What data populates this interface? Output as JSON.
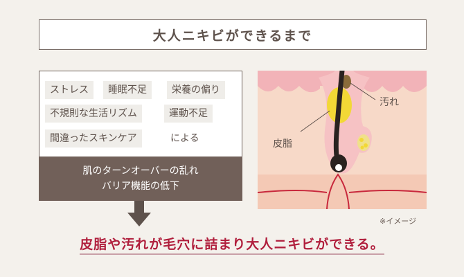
{
  "title": "大人ニキビができるまで",
  "causes": {
    "tags": [
      "ストレス",
      "睡眠不足",
      "栄養の偏り",
      "不規則な生活リズム",
      "運動不足",
      "間違ったスキンケア"
    ],
    "suffix": "による"
  },
  "result": {
    "line1": "肌のターンオーバーの乱れ",
    "line2": "バリア機能の低下"
  },
  "illustration": {
    "label_dirt": "汚れ",
    "label_sebum": "皮脂"
  },
  "note": "※イメージ",
  "conclusion": "皮脂や汚れが毛穴に詰まり大人ニキビができる。",
  "colors": {
    "accent": "#b01e3c",
    "dark_box": "#716059",
    "skin_pink": "#f2b3b8",
    "skin_inner": "#f7d9c8",
    "sebum": "#f2d836"
  }
}
